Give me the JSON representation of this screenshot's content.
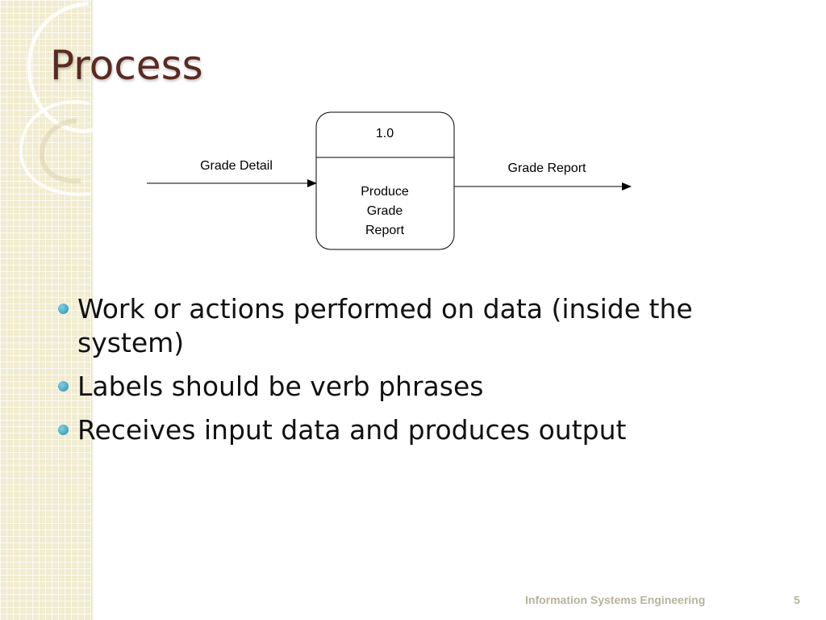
{
  "slide": {
    "title": "Process"
  },
  "diagram": {
    "process_number": "1.0",
    "process_name": [
      "Produce",
      "Grade",
      "Report"
    ],
    "input_flow_label": "Grade Detail",
    "output_flow_label": "Grade Report"
  },
  "bullets": [
    "Work or actions performed on data (inside the system)",
    "Labels should be verb phrases",
    "Receives input data and produces output"
  ],
  "footer": {
    "text": "Information Systems Engineering",
    "page_number": "5"
  },
  "colors": {
    "title": "#5a2a20",
    "side_band": "#f1ecd0",
    "bullet": "#2f8ea8",
    "footer": "#b5b39c"
  }
}
